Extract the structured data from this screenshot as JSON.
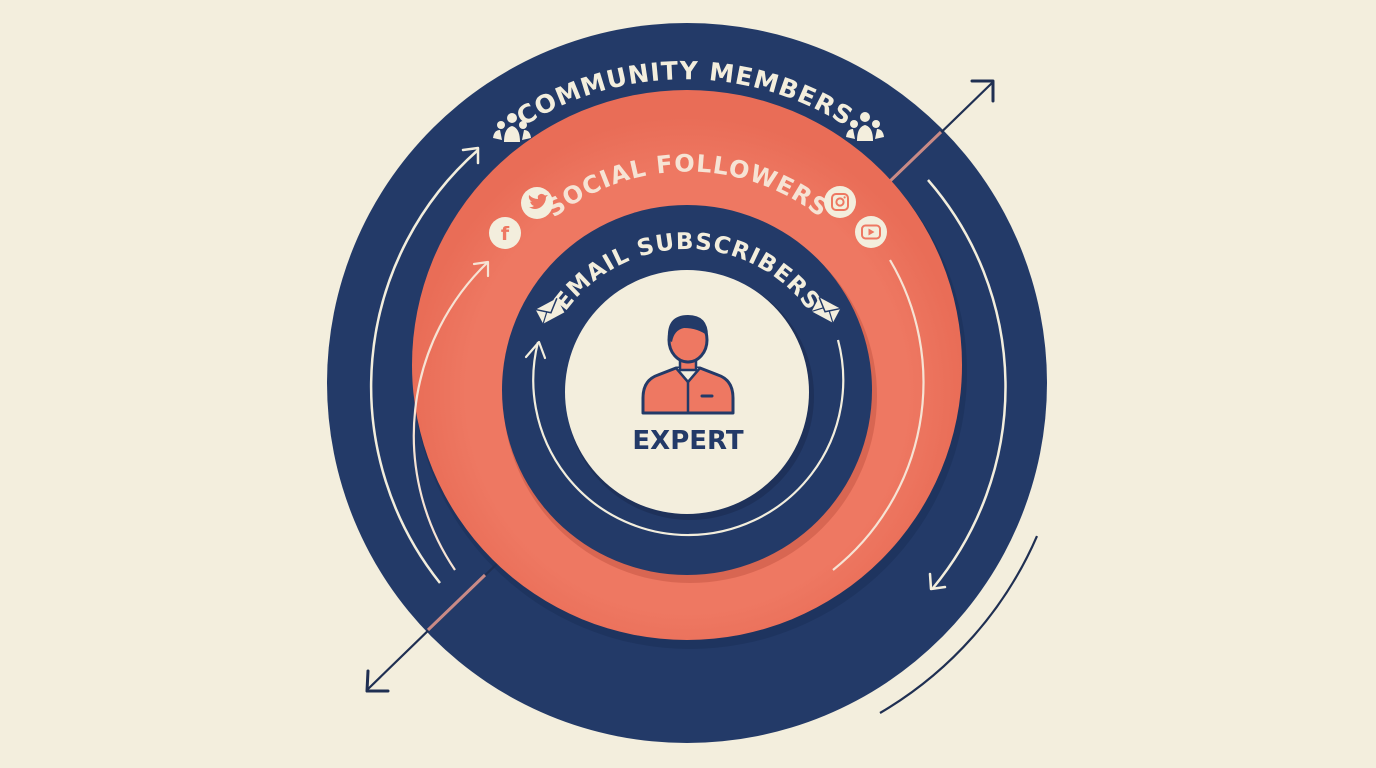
{
  "diagram": {
    "title": "Audience layers around an expert",
    "colors": {
      "background": "#f3eedd",
      "navy": "#233a68",
      "coral": "#ee7862",
      "cream": "#f3eedd",
      "divider": "#c98a86",
      "arrow": "#1f2f52"
    },
    "center": {
      "label": "EXPERT",
      "icon": "person-icon"
    },
    "rings": [
      {
        "id": "email",
        "label": "EMAIL SUBSCRIBERS",
        "icons": [
          "envelope-icon",
          "envelope-icon"
        ]
      },
      {
        "id": "social",
        "label": "SOCIAL FOLLOWERS",
        "icons": [
          "facebook-icon",
          "twitter-icon",
          "instagram-icon",
          "youtube-icon"
        ]
      },
      {
        "id": "community",
        "label": "COMMUNITY MEMBERS",
        "icons": [
          "group-icon",
          "group-icon"
        ]
      }
    ],
    "flow_arrows": [
      "clockwise-arrow",
      "clockwise-arrow",
      "clockwise-arrow",
      "expansion-arrow"
    ]
  }
}
